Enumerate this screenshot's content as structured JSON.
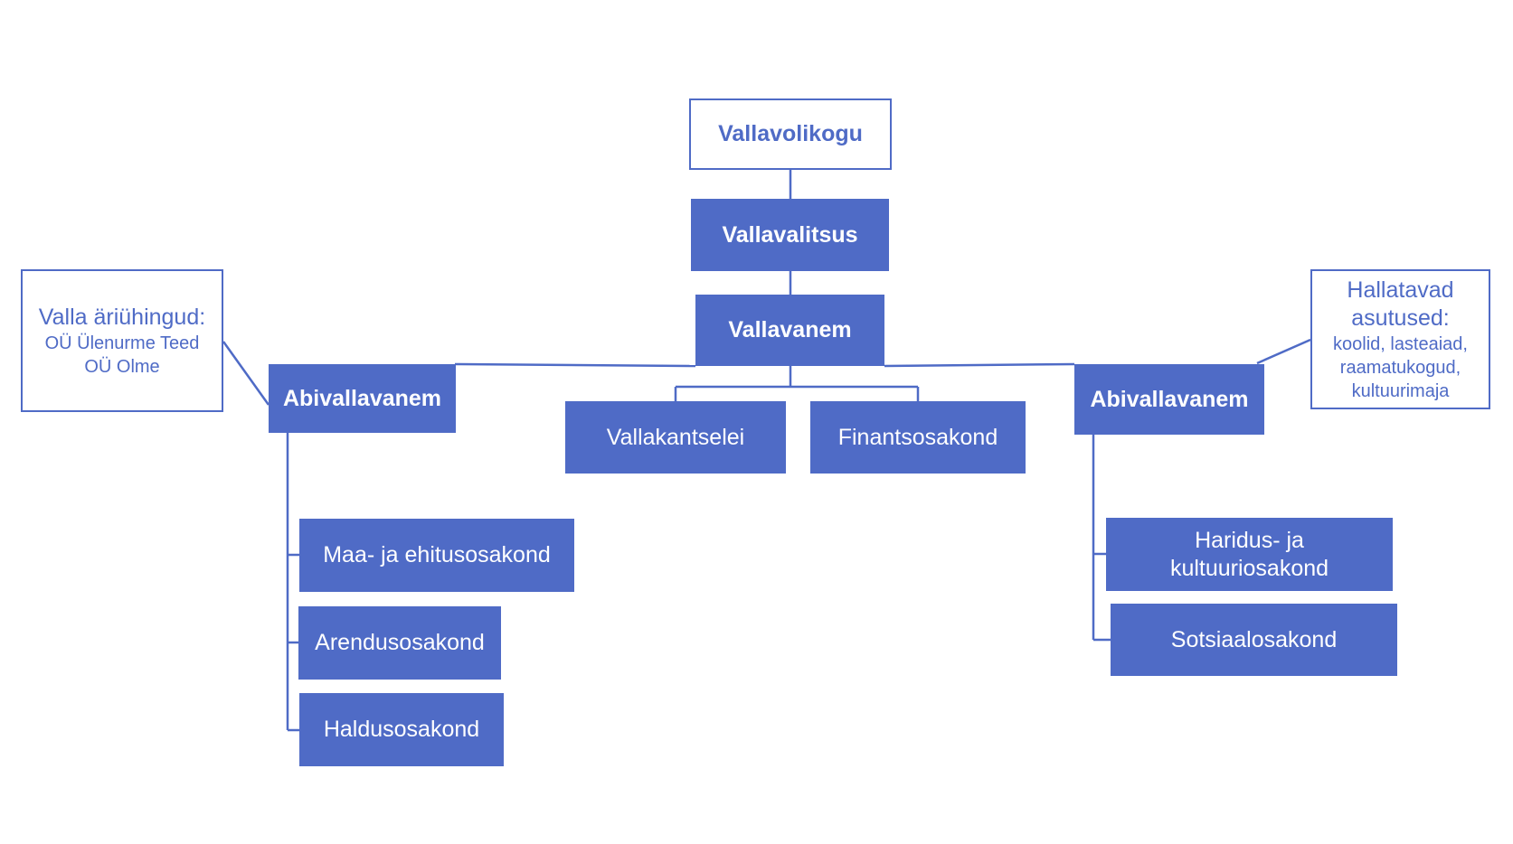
{
  "colors": {
    "accent": "#4f6bc6",
    "background": "#ffffff"
  },
  "council": "Vallavolikogu",
  "government": "Vallavalitsus",
  "mayor": "Vallavanem",
  "deputy_left": "Abivallavanem",
  "deputy_right": "Abivallavanem",
  "chancellery": "Vallakantselei",
  "finance": "Finantsosakond",
  "companies": {
    "heading": "Valla äriühingud:",
    "items": [
      "OÜ Ülenurme Teed",
      "OÜ Olme"
    ]
  },
  "institutions": {
    "heading_lines": [
      "Hallatavad",
      "asutused:"
    ],
    "items": [
      "koolid, lasteaiad,",
      "raamatukogud,",
      "kultuurimaja"
    ]
  },
  "left_departments": [
    "Maa- ja ehitusosakond",
    "Arendusosakond",
    "Haldusosakond"
  ],
  "right_departments": {
    "education_lines": [
      "Haridus- ja",
      "kultuuriosakond"
    ],
    "social": "Sotsiaalosakond"
  }
}
